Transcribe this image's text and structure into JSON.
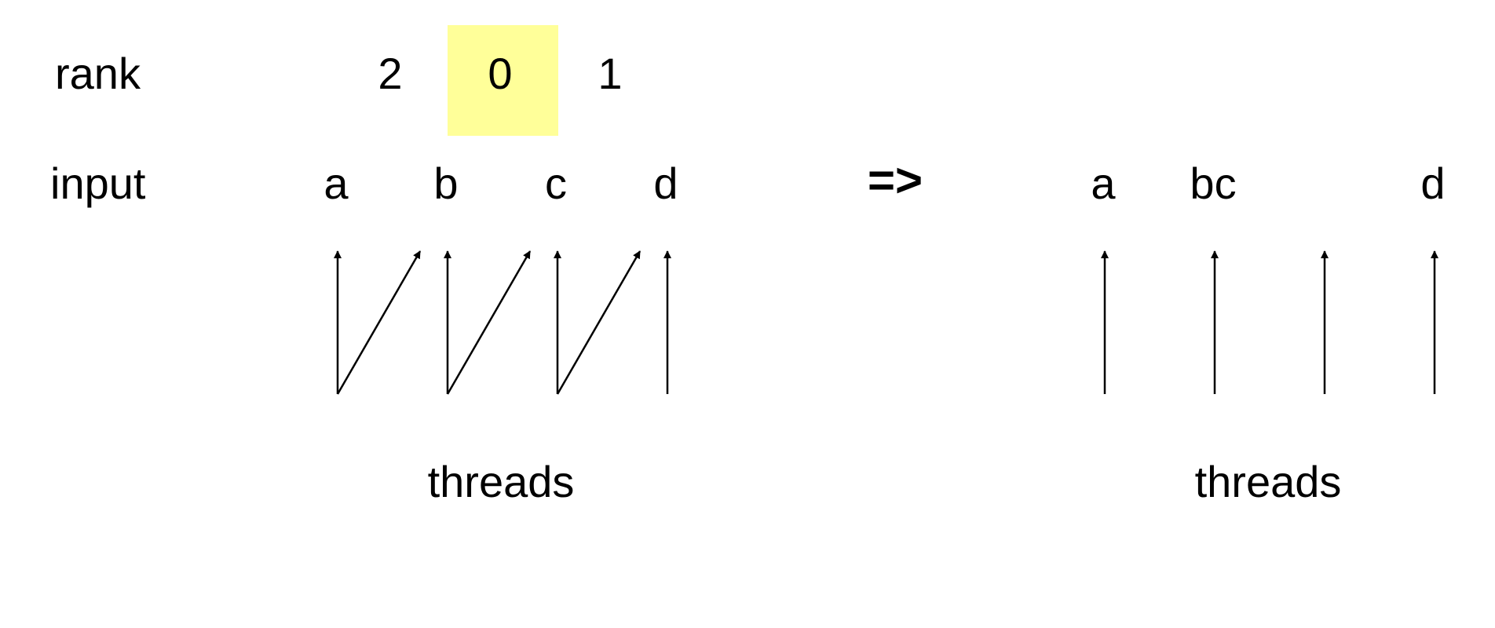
{
  "left": {
    "rank_label": "rank",
    "input_label": "input",
    "ranks": [
      "2",
      "0",
      "1"
    ],
    "inputs": [
      "a",
      "b",
      "c",
      "d"
    ],
    "threads_label": "threads"
  },
  "transform_symbol": "=>",
  "right": {
    "outputs": [
      "a",
      "bc",
      "d"
    ],
    "threads_label": "threads"
  },
  "highlight_color": "#ffff99"
}
